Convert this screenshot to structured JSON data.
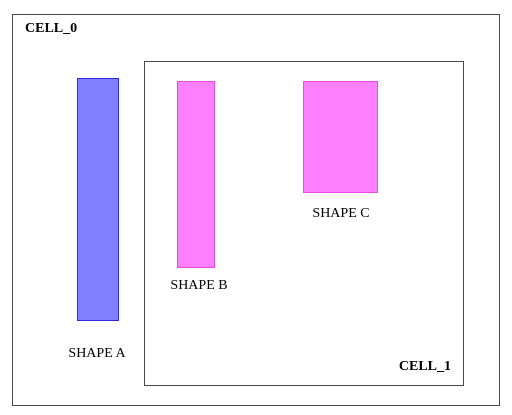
{
  "cells": {
    "outer": {
      "label": "CELL_0"
    },
    "inner": {
      "label": "CELL_1"
    }
  },
  "shapes": [
    {
      "label": "SHAPE A",
      "fill": "#8080ff",
      "stroke": "#2a2ae6"
    },
    {
      "label": "SHAPE B",
      "fill": "#ff80ff",
      "stroke": "#e64de6"
    },
    {
      "label": "SHAPE C",
      "fill": "#ff80ff",
      "stroke": "#e64de6"
    }
  ]
}
